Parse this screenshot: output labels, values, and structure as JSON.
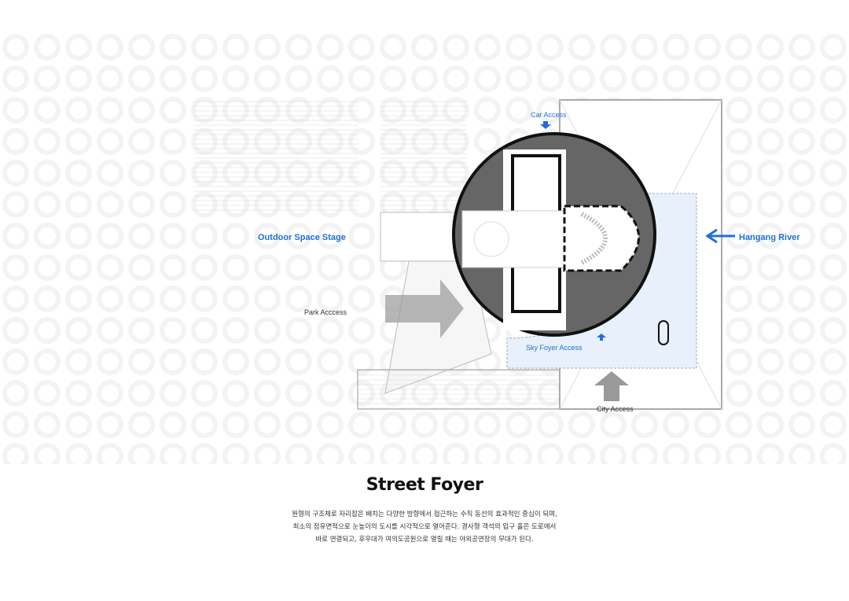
{
  "labels": {
    "car_access": "Car Access",
    "outdoor_space_stage": "Outdoor Space Stage",
    "park_access": "Park Acccess",
    "sky_foyer_access": "Sky Foyer Access",
    "city_access": "City Access",
    "hangang_river": "Hangang River"
  },
  "title": "Street Foyer",
  "description": [
    "원형의 구조체로 자리잡은 배치는 다양한 방향에서 접근하는 수직 동선의 효과적인 중심이 되며,",
    "최소의 점유면적으로 눈높이의 도시를 시각적으로 열어준다. 경사형 객석의 입구 홀은 도로에서",
    "바로 연결되고, 후우대가 여의도공원으로 열릴 때는 야외공연장의 무대가 된다."
  ],
  "colors": {
    "accent": "#1f6fd6",
    "wall": "#111111",
    "room": "#666666",
    "foyer": "#e8f0fb"
  }
}
